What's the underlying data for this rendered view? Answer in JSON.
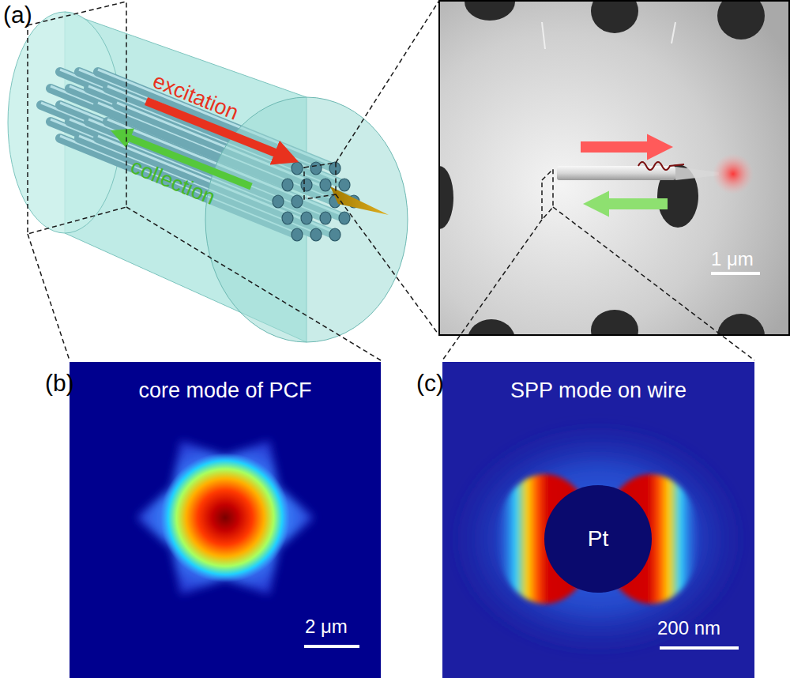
{
  "diagram": {
    "nodes": [
      {
        "text": [
          "1 μm"
        ]
      },
      {
        "text": [
          "(b)",
          "core mode of PCF",
          "2 μm"
        ]
      },
      {
        "text": [
          "(c)",
          "SPP mode on wire",
          "200 nm"
        ]
      },
      {
        "text": [
          "Pt"
        ],
        "in": 2
      }
    ],
    "labels": [
      "(a)",
      "excitation",
      "collection"
    ]
  }
}
